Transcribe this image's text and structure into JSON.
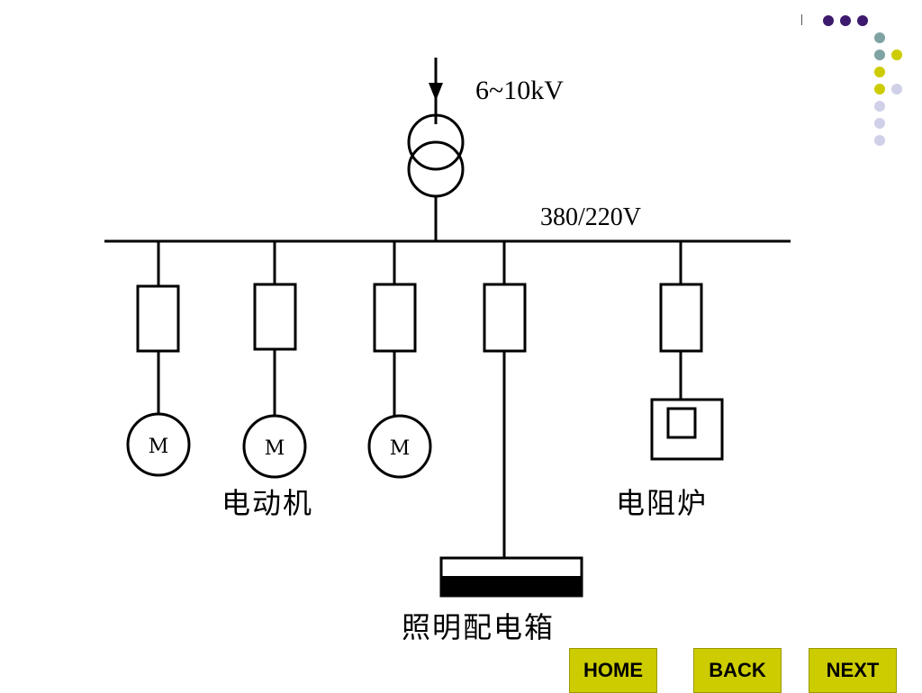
{
  "labels": {
    "high_voltage": "6~10kV",
    "low_voltage": "380/220V",
    "motor_symbol": "M",
    "motors": "电动机",
    "resistance_furnace": "电阻炉",
    "lighting_box": "照明配电箱"
  },
  "nav": {
    "home": "HOME",
    "back": "BACK",
    "next": "NEXT"
  },
  "colors": {
    "nav_button": "#cccc00",
    "dot_purple": "#3d1a6e",
    "dot_teal": "#7fa3a3",
    "dot_yellow": "#cccc00",
    "dot_lavender": "#d0d0e8"
  }
}
